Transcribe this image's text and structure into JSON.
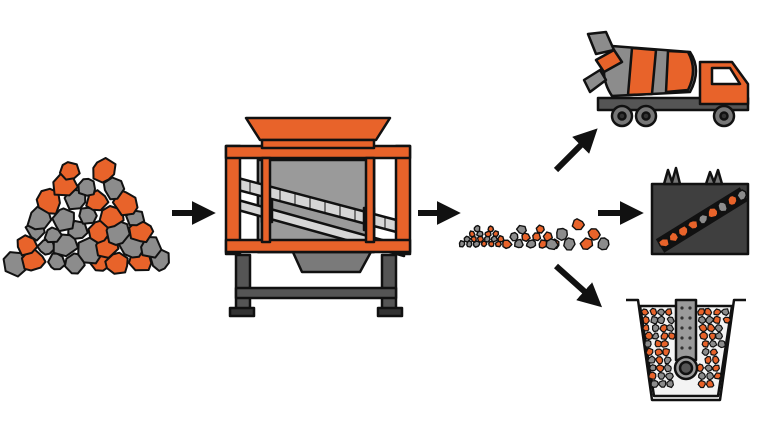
{
  "diagram": {
    "title": "",
    "colors": {
      "orange": "#e8632a",
      "gray": "#8c8c8c",
      "dark_gray": "#4a4a4a",
      "outline": "#111111",
      "mesh": "#d9d9d9",
      "soil": "#3f3f3f",
      "pipe": "#9a9a9a"
    },
    "stages": [
      {
        "id": "raw-aggregate",
        "icon": "rock-pile-icon"
      },
      {
        "id": "screening-machine",
        "icon": "vibrating-screen-icon"
      },
      {
        "id": "sorted-piles",
        "icon": "graded-aggregate-piles-icon"
      },
      {
        "id": "concrete-mixer",
        "icon": "concrete-mixer-truck-icon"
      },
      {
        "id": "landscaping",
        "icon": "soil-bed-icon"
      },
      {
        "id": "drainage",
        "icon": "drain-pipe-trench-icon"
      }
    ],
    "flows": [
      {
        "from": "raw-aggregate",
        "to": "screening-machine"
      },
      {
        "from": "screening-machine",
        "to": "sorted-piles"
      },
      {
        "from": "sorted-piles",
        "to": "concrete-mixer"
      },
      {
        "from": "sorted-piles",
        "to": "landscaping"
      },
      {
        "from": "sorted-piles",
        "to": "drainage"
      }
    ]
  }
}
